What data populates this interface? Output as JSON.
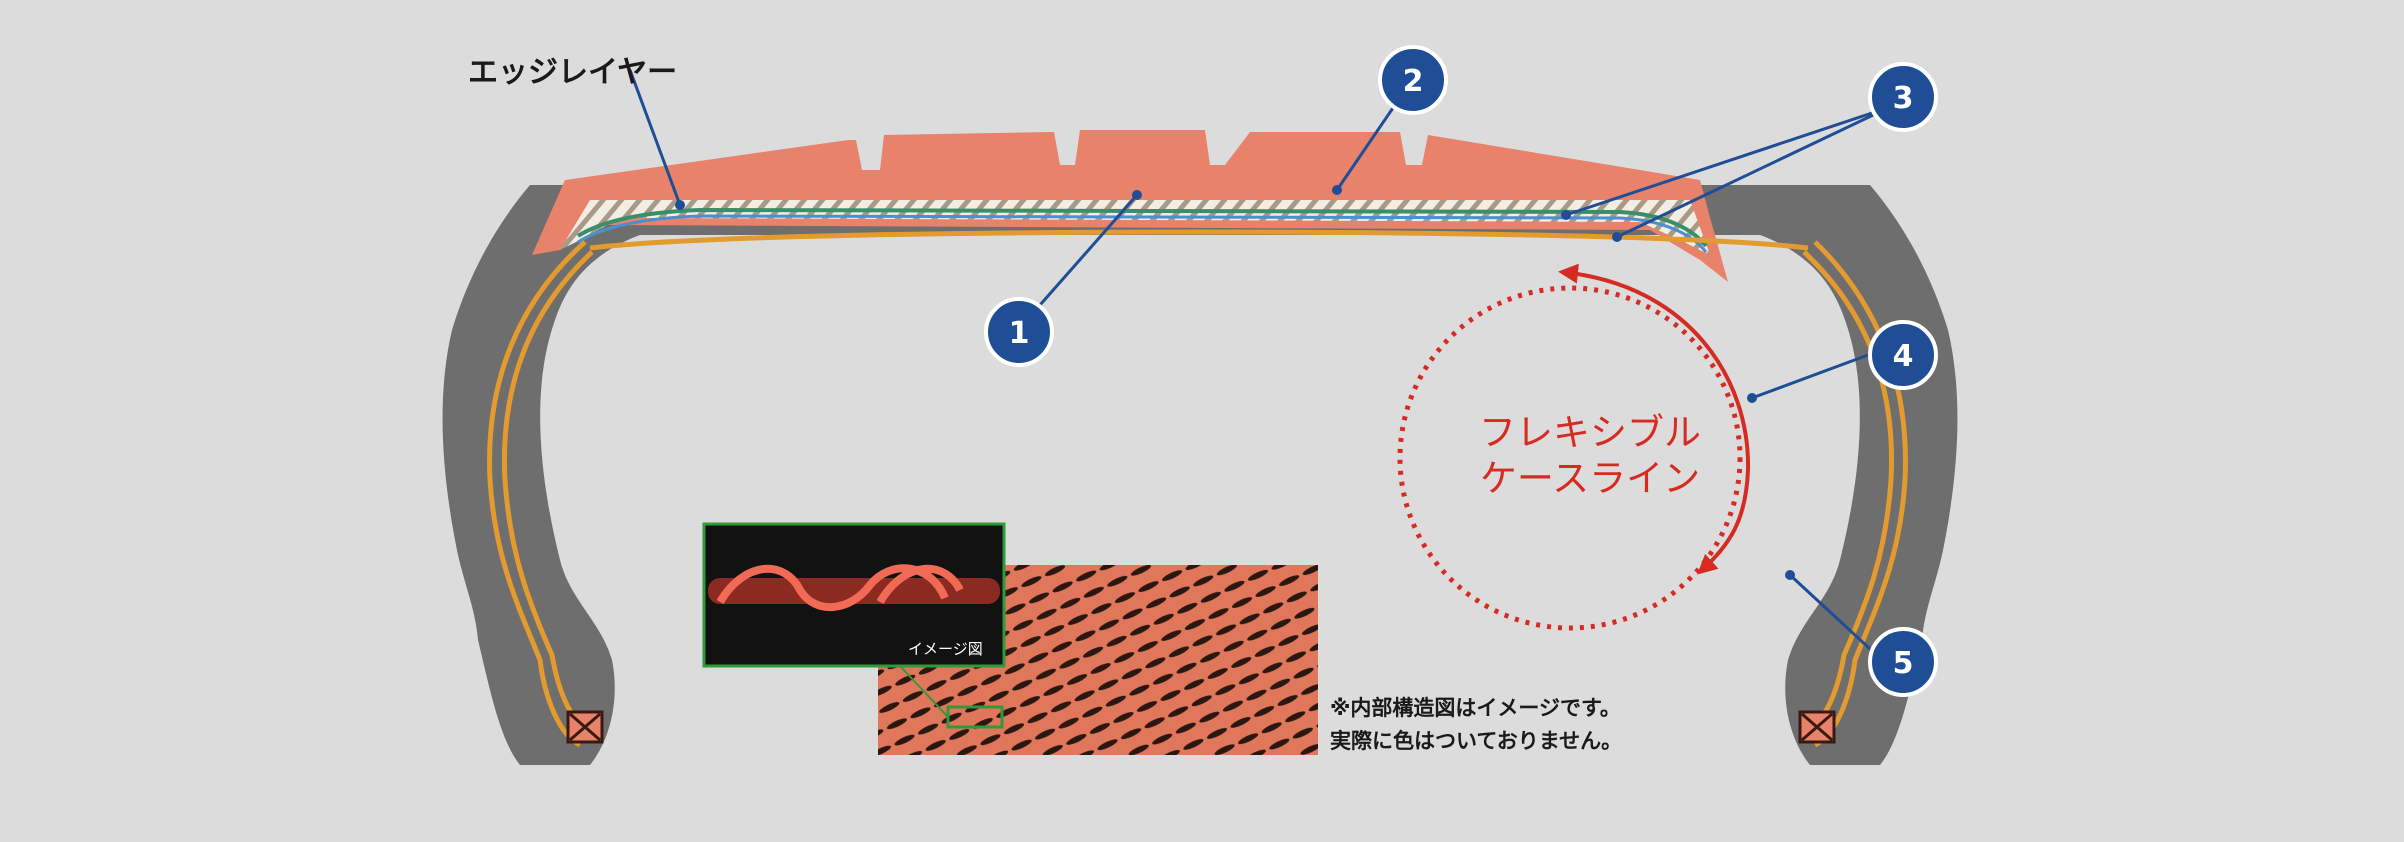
{
  "edge_layer_label": "エッジレイヤー",
  "flex_label": {
    "line1": "フレキシブル",
    "line2": "ケースライン"
  },
  "inset_caption": "イメージ図",
  "note": {
    "line1": "※内部構造図はイメージです。",
    "line2": "実際に色はついておりません。"
  },
  "markers": [
    "1",
    "2",
    "3",
    "4",
    "5"
  ],
  "colors": {
    "background": "#dcdcdc",
    "tread": "#e8826a",
    "sidewall": "#6e6e6e",
    "carcass": "#e39a2e",
    "marker": "#1f4e96",
    "flex_arc": "#d62b22"
  }
}
